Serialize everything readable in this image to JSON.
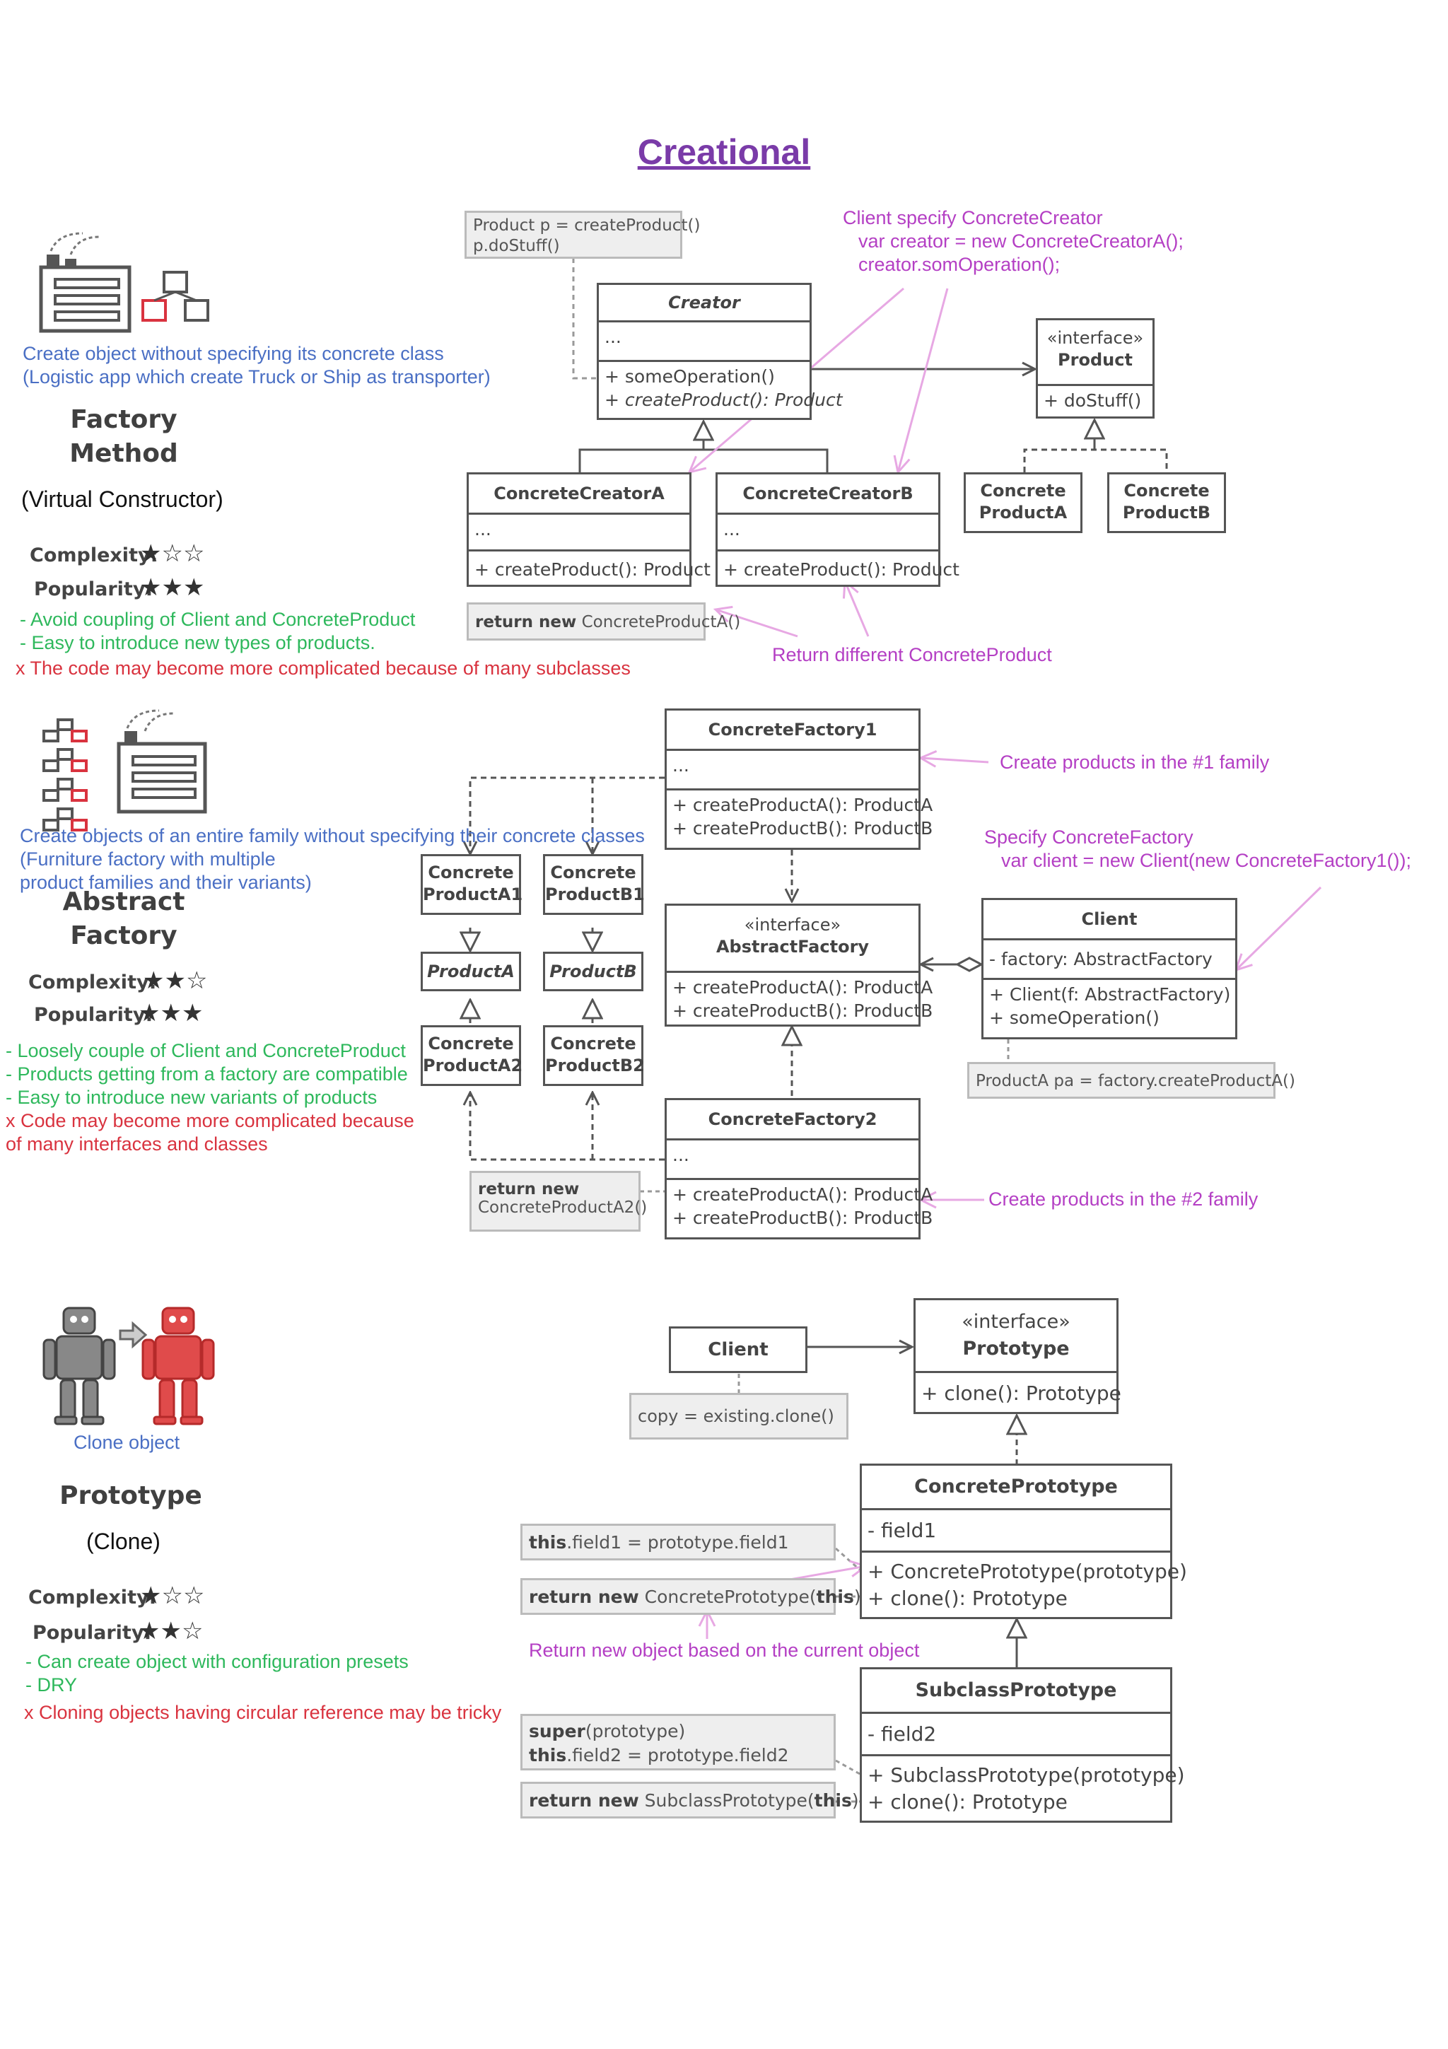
{
  "title": "Creational",
  "colors": {
    "title": "#7a3ba8",
    "description": "#4a6fc4",
    "pros": "#2eb85c",
    "cons": "#d9333f",
    "annotation": "#b43fc4",
    "uml_line": "#555555"
  },
  "labels": {
    "complexity": "Complexity:",
    "popularity": "Popularity:"
  },
  "factory_method": {
    "desc1": "Create object without specifying its concrete class",
    "desc2": "(Logistic app which create Truck or Ship as transporter)",
    "name1": "Factory",
    "name2": "Method",
    "alias": "(Virtual Constructor)",
    "complexity": 1,
    "popularity": 3,
    "pros": [
      "- Avoid coupling of Client and ConcreteProduct",
      "- Easy to introduce new types of products."
    ],
    "cons": [
      "x The code may become more complicated because of many subclasses"
    ],
    "icon": "factory-icon",
    "uml": {
      "note_top": [
        "Product p = createProduct()",
        "p.doStuff()"
      ],
      "creator": {
        "name": "Creator",
        "fields": "...",
        "methods": [
          "+ someOperation()",
          "+ createProduct(): Product"
        ]
      },
      "product": {
        "stereotype": "«interface»",
        "name": "Product",
        "methods": [
          "+ doStuff()"
        ]
      },
      "creator_a": {
        "name": "ConcreteCreatorA",
        "fields": "...",
        "methods": [
          "+ createProduct(): Product"
        ]
      },
      "creator_b": {
        "name": "ConcreteCreatorB",
        "fields": "...",
        "methods": [
          "+ createProduct(): Product"
        ]
      },
      "product_a": [
        "Concrete",
        "ProductA"
      ],
      "product_b": [
        "Concrete",
        "ProductB"
      ],
      "note_return_kw": "return new",
      "note_return_rest": " ConcreteProductA()"
    },
    "ann_client": [
      "Client specify ConcreteCreator",
      "var creator = new ConcreteCreatorA();",
      "creator.somOperation();"
    ],
    "ann_return": "Return different ConcreteProduct"
  },
  "abstract_factory": {
    "desc": [
      "Create objects of an entire family without specifying their concrete classes",
      "(Furniture factory with multiple",
      "product families and their variants)"
    ],
    "name1": "Abstract",
    "name2": "Factory",
    "complexity": 2,
    "popularity": 3,
    "pros": [
      "- Loosely couple of Client and ConcreteProduct",
      "- Products getting from a factory are compatible",
      "- Easy to introduce new variants of products"
    ],
    "cons": [
      "x Code may become more complicated because",
      "of many interfaces and classes"
    ],
    "icon": "factory-hierarchy-icon",
    "uml": {
      "factory1": {
        "name": "ConcreteFactory1",
        "fields": "...",
        "methods": [
          "+ createProductA(): ProductA",
          "+ createProductB(): ProductB"
        ]
      },
      "abstract": {
        "stereotype": "«interface»",
        "name": "AbstractFactory",
        "methods": [
          "+ createProductA(): ProductA",
          "+ createProductB(): ProductB"
        ]
      },
      "factory2": {
        "name": "ConcreteFactory2",
        "fields": "...",
        "methods": [
          "+ createProductA(): ProductA",
          "+ createProductB(): ProductB"
        ]
      },
      "client": {
        "name": "Client",
        "fields": "- factory: AbstractFactory",
        "methods": [
          "+ Client(f: AbstractFactory)",
          "+ someOperation()"
        ]
      },
      "cpa1": [
        "Concrete",
        "ProductA1"
      ],
      "cpb1": [
        "Concrete",
        "ProductB1"
      ],
      "pa": "ProductA",
      "pb": "ProductB",
      "cpa2": [
        "Concrete",
        "ProductA2"
      ],
      "cpb2": [
        "Concrete",
        "ProductB2"
      ],
      "note_client": "ProductA pa = factory.createProductA()",
      "note_return": [
        "return new",
        "ConcreteProductA2()"
      ]
    },
    "ann_f1": "Create products in the #1 family",
    "ann_client": [
      "Specify ConcreteFactory",
      "var client = new Client(new ConcreteFactory1());"
    ],
    "ann_f2": "Create products in the #2 family"
  },
  "prototype": {
    "desc": "Clone object",
    "name": "Prototype",
    "alias": "(Clone)",
    "complexity": 1,
    "popularity": 2,
    "pros": [
      "- Can create object with configuration presets",
      "- DRY"
    ],
    "cons": [
      "x Cloning objects having circular reference may be tricky"
    ],
    "icon": "robot-clone-icon",
    "uml": {
      "client": "Client",
      "note_copy": "copy = existing.clone()",
      "prototype": {
        "stereotype": "«interface»",
        "name": "Prototype",
        "methods": [
          "+ clone(): Prototype"
        ]
      },
      "concrete": {
        "name": "ConcretePrototype",
        "fields": "- field1",
        "methods": [
          "+ ConcretePrototype(prototype)",
          "+ clone(): Prototype"
        ]
      },
      "subclass": {
        "name": "SubclassPrototype",
        "fields": "- field2",
        "methods": [
          "+ SubclassPrototype(prototype)",
          "+ clone(): Prototype"
        ]
      },
      "note_field1": {
        "kw": "this",
        "rest": ".field1 = prototype.field1"
      },
      "note_return_cp": {
        "kw": "return new",
        "mid": " ConcretePrototype(",
        "kw2": "this",
        "end": ")"
      },
      "note_super": {
        "kw": "super",
        "rest": "(prototype)",
        "kw2": "this",
        "rest2": ".field2 = prototype.field2"
      },
      "note_return_sp": {
        "kw": "return new",
        "mid": " SubclassPrototype(",
        "kw2": "this",
        "end": ")"
      }
    },
    "ann_return": "Return new object based on the current object"
  }
}
